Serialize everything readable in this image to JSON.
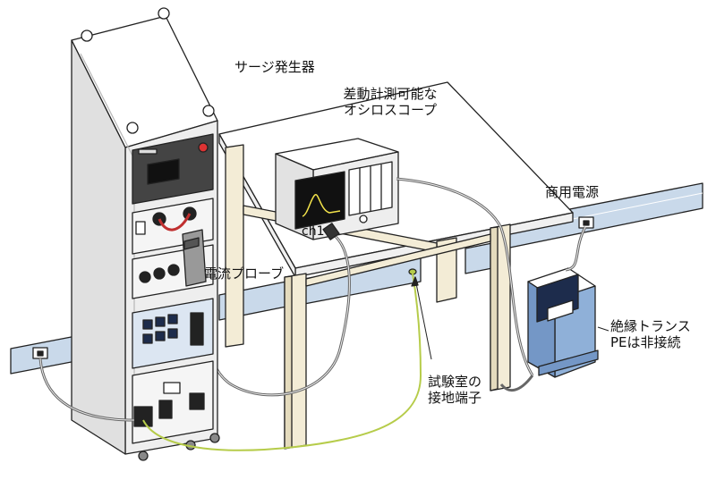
{
  "labels": {
    "surge_generator": "サージ発生器",
    "oscilloscope_line1": "差動計測可能な",
    "oscilloscope_line2": "オシロスコープ",
    "mains_power": "商用電源",
    "current_probe": "電流プローブ",
    "transformer_line1": "絶縁トランス",
    "transformer_line2": "PEは非接続",
    "ground_line1": "試験室の",
    "ground_line2": "接地端子",
    "scope_channel": "ch1"
  },
  "colors": {
    "rail": "#c9d9ea",
    "wood": "#f3ecd6",
    "cabinet": "#eeeeee",
    "scope": "#eeeeee",
    "transformer": "#8fb0d8",
    "ground_wire": "#b6cc4a",
    "waveform": "#f2e24a"
  }
}
